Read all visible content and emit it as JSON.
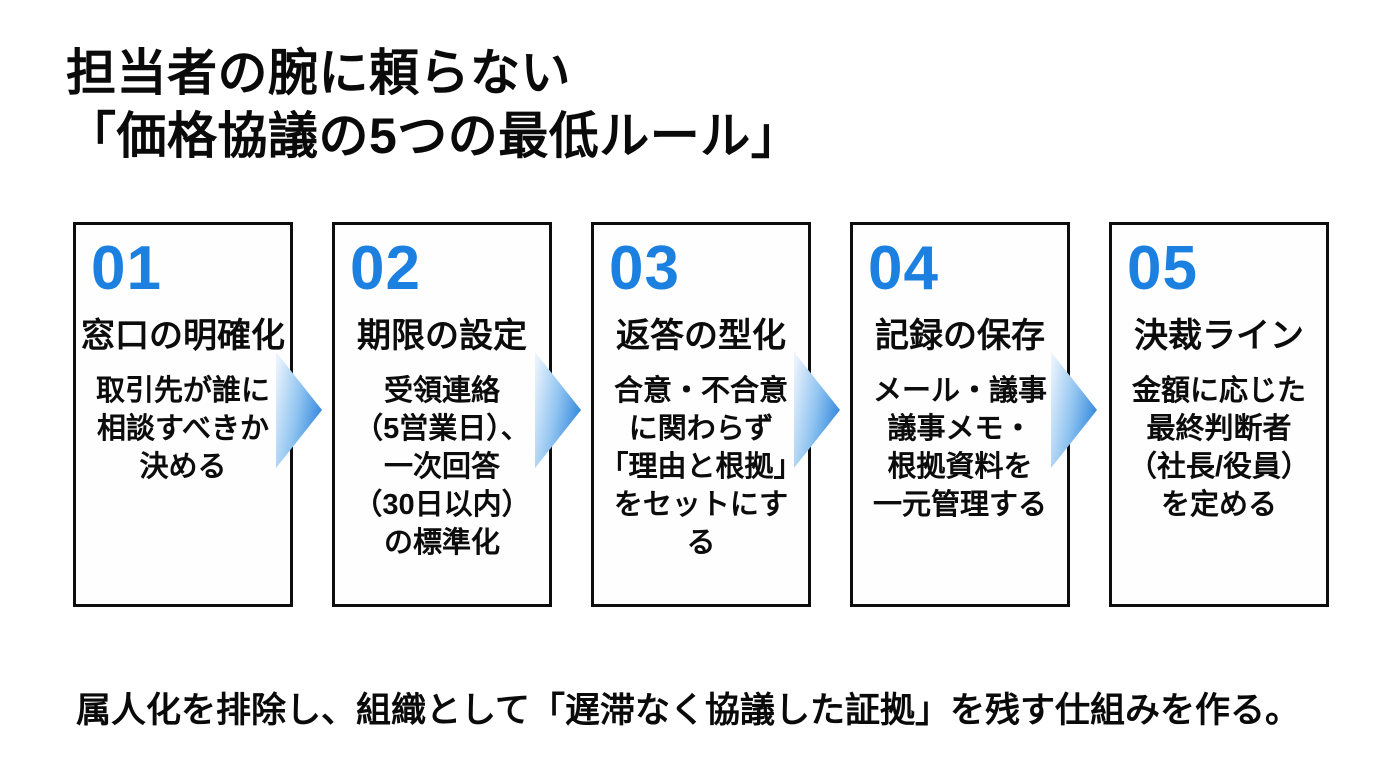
{
  "slide": {
    "title_line1": "担当者の腕に頼らない",
    "title_line2": "「価格協議の5つの最低ルール」",
    "footer": "属人化を排除し、組織として「遅滞なく協議した証拠」を残す仕組みを作る。"
  },
  "colors": {
    "accent_blue": "#1b80e0",
    "arrow_gradient_start": "#eaf3fd",
    "arrow_gradient_mid": "#8fc3f0",
    "arrow_gradient_end": "#1c79d8",
    "box_border": "#0d0d0d",
    "text": "#0c0c0c",
    "background": "#ffffff"
  },
  "icons": {
    "arrow": "right-chevron-arrow"
  },
  "steps": [
    {
      "number": "01",
      "heading": "窓口の明確化",
      "body": "取引先が誰に\n相談すべきか\n決める"
    },
    {
      "number": "02",
      "heading": "期限の設定",
      "body": "受領連絡\n（5営業日）、\n一次回答\n（30日以内）\nの標準化"
    },
    {
      "number": "03",
      "heading": "返答の型化",
      "body": "合意・不合意\nに関わらず\n「理由と根拠」\nをセットにす\nる"
    },
    {
      "number": "04",
      "heading": "記録の保存",
      "body": "メール・議事\n議事メモ・\n根拠資料を\n一元管理する"
    },
    {
      "number": "05",
      "heading": "決裁ライン",
      "body": "金額に応じた\n最終判断者\n（社長/役員）\nを定める"
    }
  ]
}
